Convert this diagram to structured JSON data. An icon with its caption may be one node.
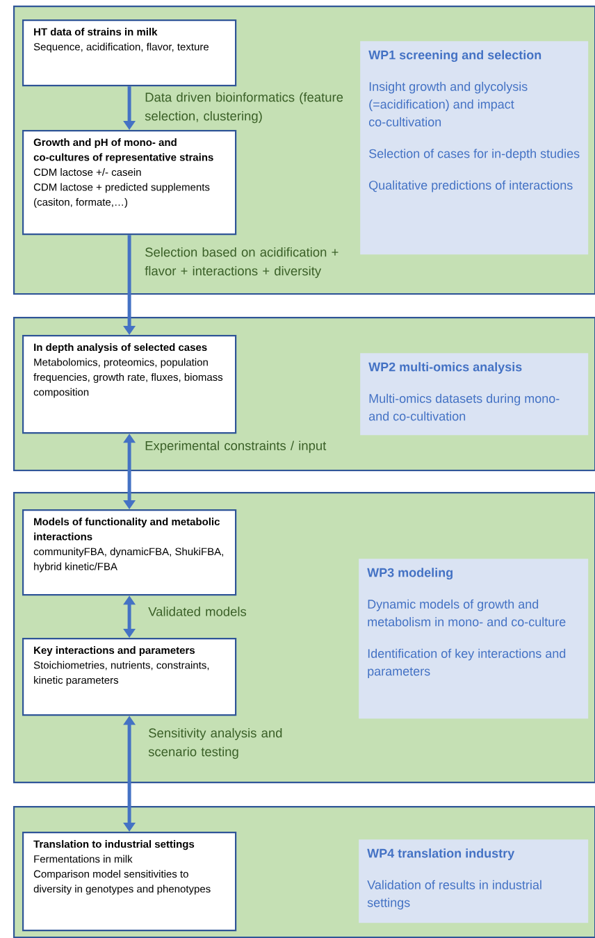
{
  "diagram": {
    "nodes": [
      {
        "text": [],
        "shape": "box"
      },
      {
        "text": [
          "HT data of strains in milk",
          "Sequence, acidification, flavor, texture"
        ],
        "in": 0
      },
      {
        "text": [
          "Growth and pH of mono- and co-cultures of representative strains",
          "CDM lactose +/- casein",
          "CDM lactose + predicted supplements (casiton, formate,…)"
        ],
        "in": 0
      },
      {
        "text": [
          "WP1 screening and selection",
          "Insight growth and glycolysis (=acidification) and impact co-cultivation",
          "Selection of cases for in-depth studies",
          "Qualitative predictions of interactions"
        ],
        "in": 0
      },
      {
        "text": [],
        "shape": "box"
      },
      {
        "text": [
          "In depth analysis of selected cases",
          "Metabolomics, proteomics, population frequencies, growth rate, fluxes, biomass composition"
        ],
        "in": 4
      },
      {
        "text": [
          "WP2 multi-omics analysis",
          "Multi-omics datasets during mono- and co-cultivation"
        ],
        "in": 4
      },
      {
        "text": [],
        "shape": "box"
      },
      {
        "text": [
          "Models of functionality and metabolic interactions",
          "communityFBA, dynamicFBA, ShukiFBA, hybrid kinetic/FBA"
        ],
        "in": 7
      },
      {
        "text": [
          "Key interactions and parameters",
          "Stoichiometries, nutrients, constraints, kinetic parameters"
        ],
        "in": 7
      },
      {
        "text": [
          "WP3 modeling",
          "Dynamic models of growth and metabolism in mono- and co-culture",
          "Identification of key interactions and parameters"
        ],
        "in": 7
      },
      {
        "text": [],
        "shape": "box"
      },
      {
        "text": [
          "Translation to industrial settings",
          "Fermentations in milk",
          "Comparison model sensitivities to diversity in genotypes and phenotypes"
        ],
        "in": 11
      },
      {
        "text": [
          "WP4 translation industry",
          "Validation of results in industrial settings"
        ],
        "in": 11
      }
    ],
    "edges": [
      {
        "from": 1,
        "to": 2,
        "arrow": "to",
        "label": "Data driven bioinformatics (feature selection, clustering)"
      },
      {
        "from": 2,
        "to": 5,
        "arrow": "to",
        "label": "Selection based on acidification + flavor + interactions + diversity"
      },
      {
        "from": 5,
        "to": 8,
        "arrow": "both",
        "label": "Experimental constraints / input"
      },
      {
        "from": 8,
        "to": 9,
        "arrow": "both",
        "label": "Validated models"
      },
      {
        "from": 9,
        "to": 12,
        "arrow": "both",
        "label": "Sensitivity analysis and scenario testing"
      }
    ]
  }
}
